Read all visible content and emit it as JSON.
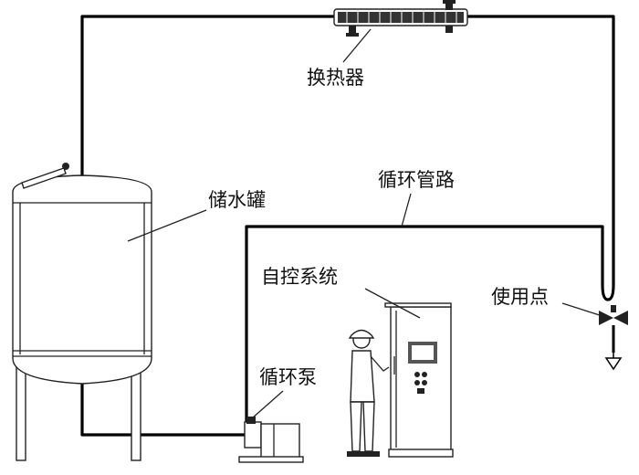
{
  "labels": {
    "heat_exchanger": "换热器",
    "circulation_pipe": "循环管路",
    "storage_tank": "储水罐",
    "control_system": "自控系统",
    "use_point": "使用点",
    "circulation_pump": "循环泵"
  },
  "colors": {
    "pipe": "#000000",
    "outline": "#222222",
    "screen": "#555555"
  }
}
